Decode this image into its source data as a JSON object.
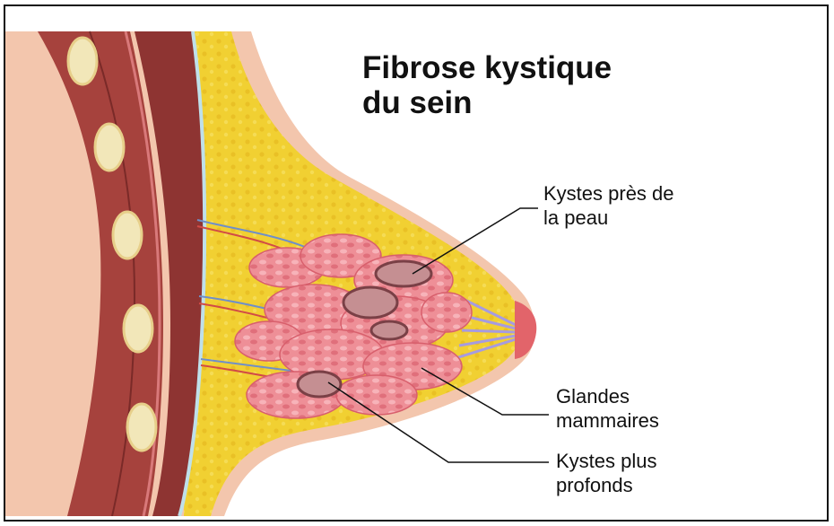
{
  "title": {
    "line1": "Fibrose kystique",
    "line2": "du sein"
  },
  "labels": {
    "cysts_near_skin": {
      "line1": "Kystes près de",
      "line2": "la peau"
    },
    "mammary_glands": {
      "line1": "Glandes",
      "line2": "mammaires"
    },
    "deep_cysts": {
      "line1": "Kystes plus",
      "line2": "profonds"
    }
  },
  "colors": {
    "skin": "#f3c6ad",
    "muscle": "#8e3432",
    "fat": "#f1d032",
    "gland": "#ec8c95",
    "cyst": "#c58f92",
    "rib": "#f2e7b9"
  }
}
